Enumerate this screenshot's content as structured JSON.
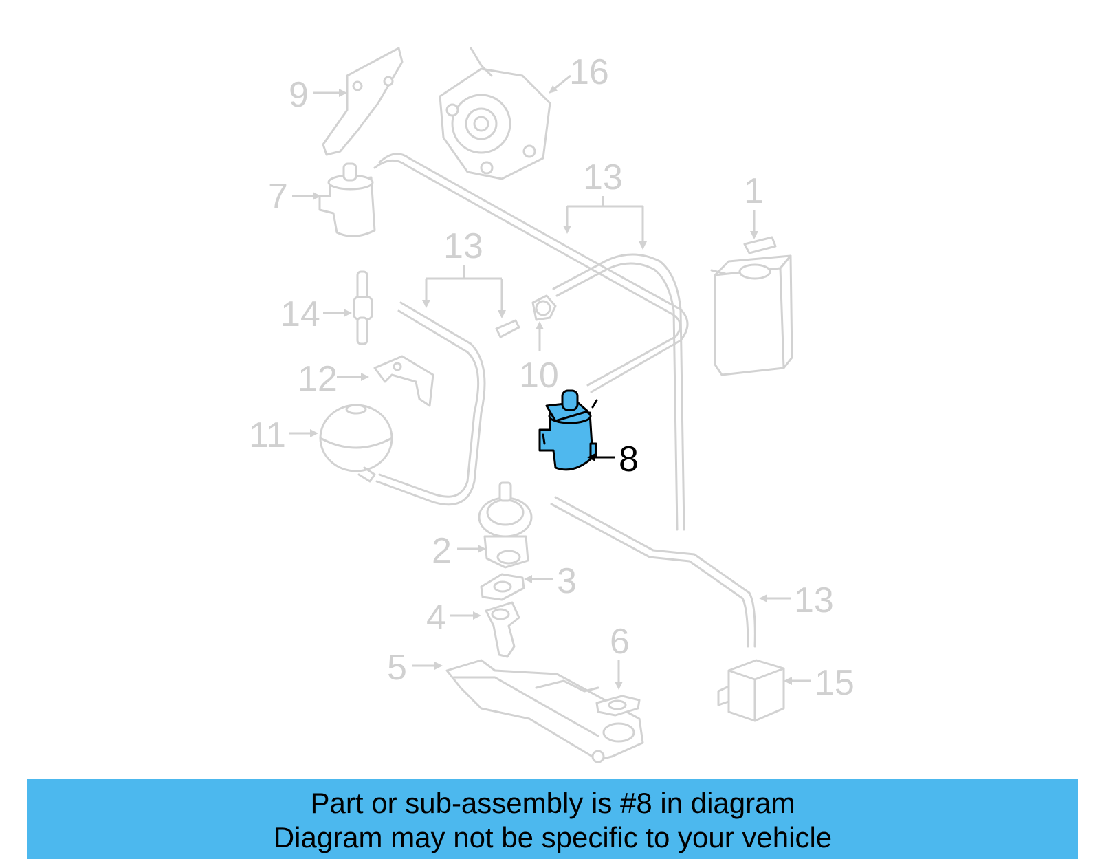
{
  "banner": {
    "line1": "Part or sub-assembly is #8 in diagram",
    "line2": "Diagram may not be specific to your vehicle"
  },
  "highlighted_part": "8",
  "colors": {
    "highlight_fill": "#4fb8ee",
    "banner_background": "#4cb8ee",
    "inactive_part": "#d2d2d2",
    "active_outline": "#000000"
  },
  "callouts": {
    "c1": "1",
    "c2": "2",
    "c3": "3",
    "c4": "4",
    "c5": "5",
    "c6": "6",
    "c7": "7",
    "c8": "8",
    "c9": "9",
    "c10": "10",
    "c11": "11",
    "c12": "12",
    "c13a": "13",
    "c13b": "13",
    "c13c": "13",
    "c14": "14",
    "c15": "15",
    "c16": "16"
  }
}
